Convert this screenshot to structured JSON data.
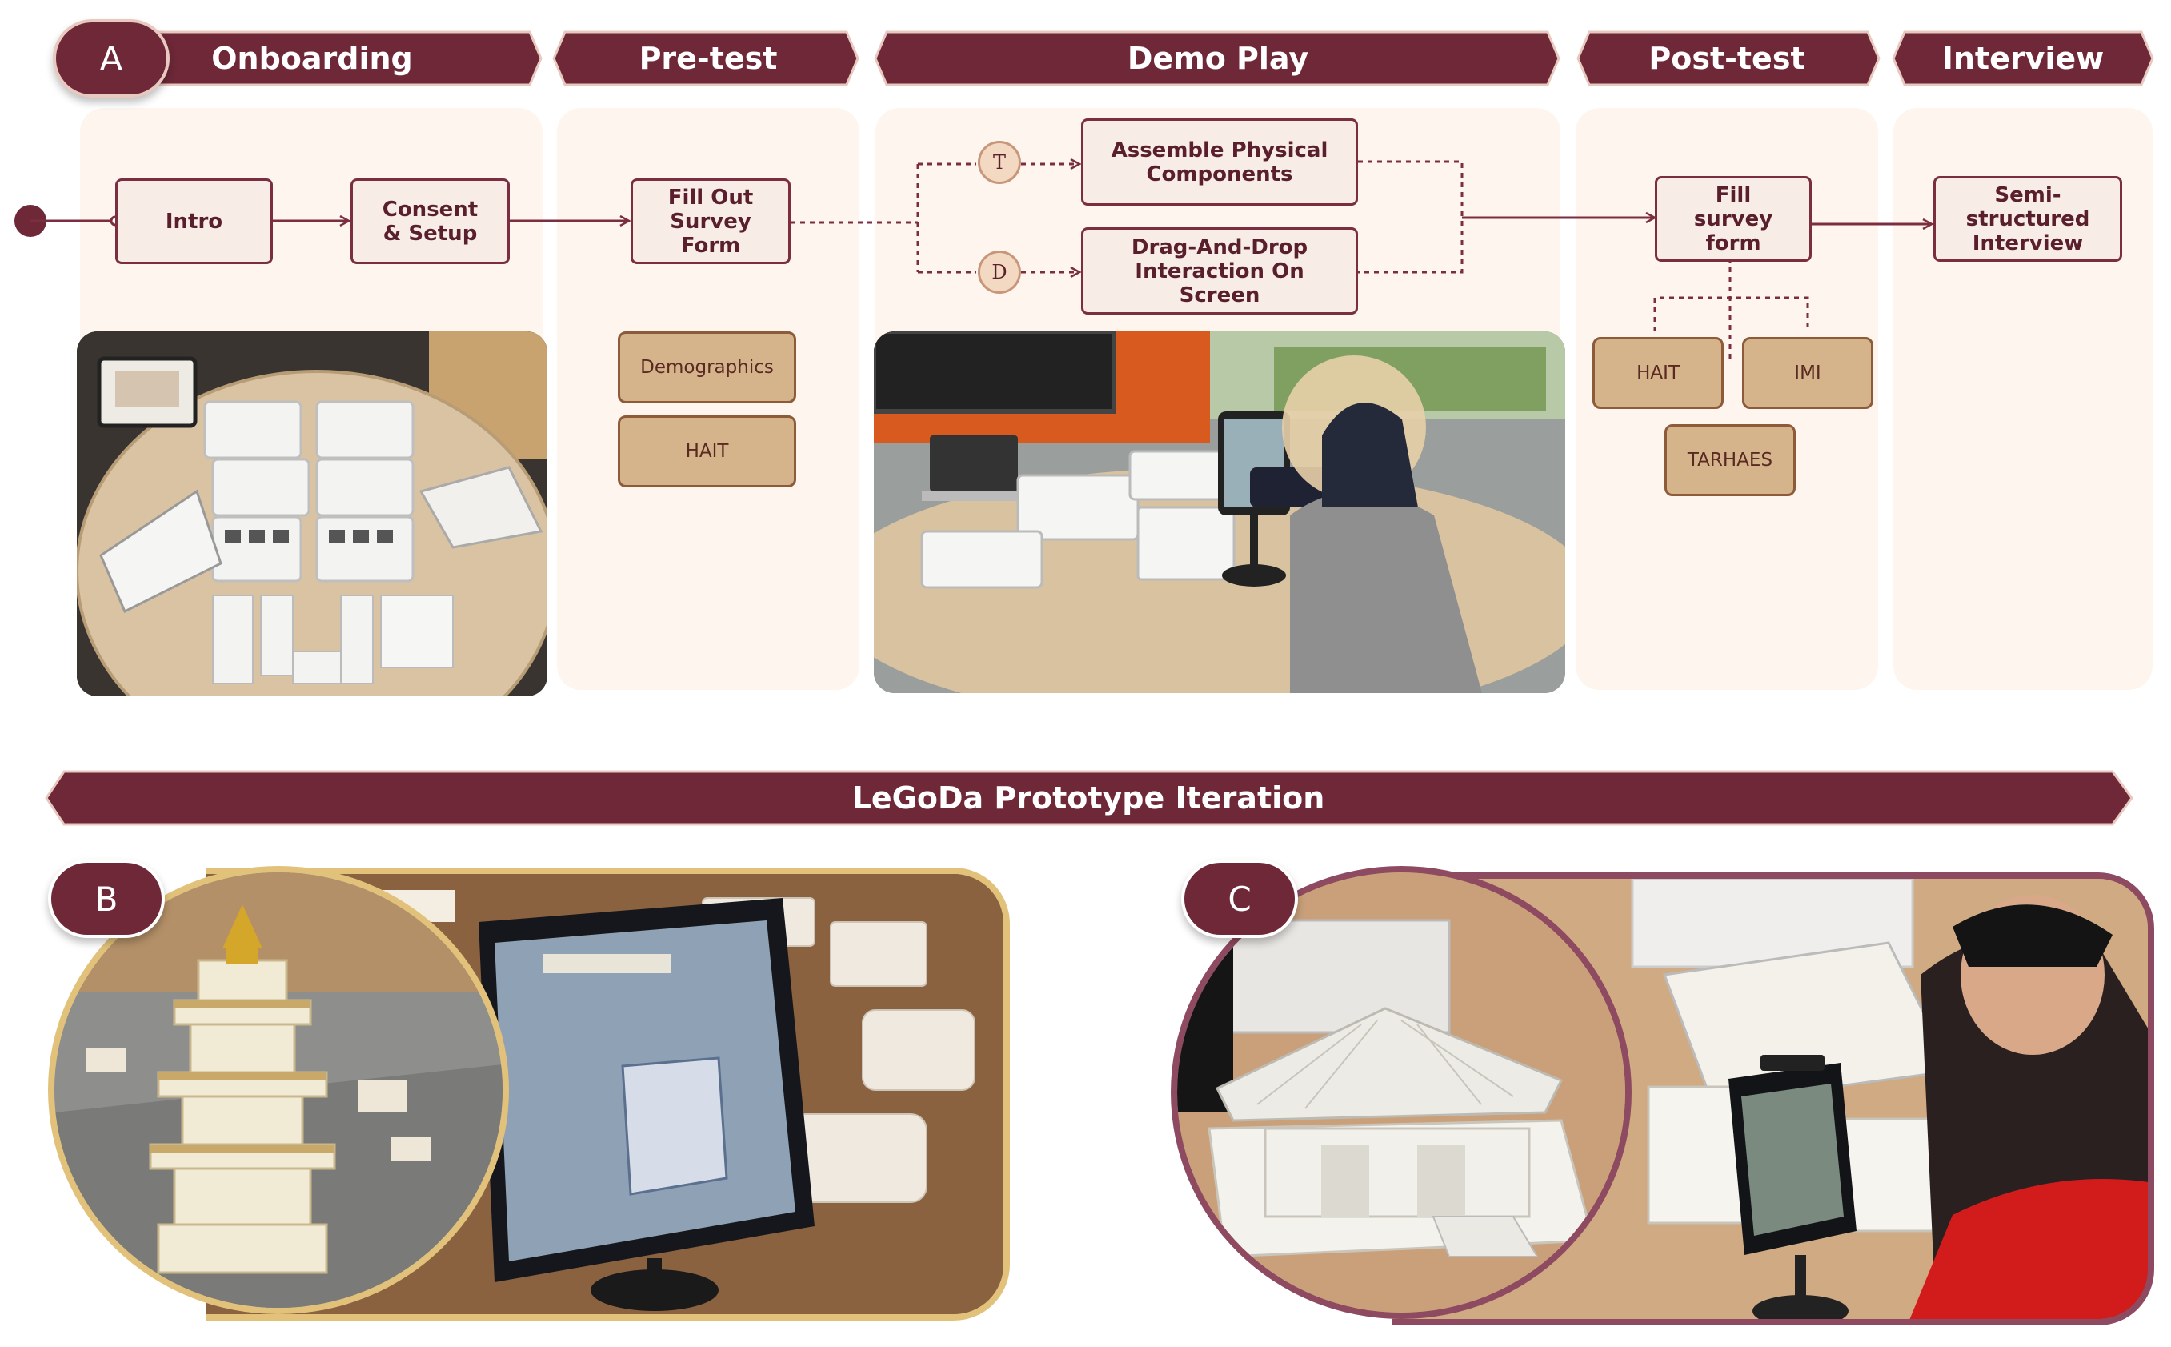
{
  "colors": {
    "banner": "#6e2838",
    "box_border": "#7a2e3f",
    "tag_fill": "#d5b48b",
    "phase_bg": "#fdf5ee",
    "ring_b": "#e2c27a",
    "ring_c": "#8e4a60"
  },
  "panel_a": {
    "label": "A",
    "phases": [
      "Onboarding",
      "Pre-test",
      "Demo Play",
      "Post-test",
      "Interview"
    ],
    "nodes": {
      "intro": "Intro",
      "consent": "Consent\n& Setup",
      "fill_out": "Fill Out\nSurvey Form",
      "assemble": "Assemble Physical\nComponents",
      "drag_drop": "Drag-And-Drop\nInteraction On Screen",
      "fill_post": "Fill\nsurvey form",
      "interview": "Semi-structured\nInterview"
    },
    "condition_badges": [
      "T",
      "D"
    ],
    "pretest_tags": [
      "Demographics",
      "HAIT"
    ],
    "posttest_tags": [
      "HAIT",
      "IMI",
      "TARHAES"
    ],
    "photos": [
      "onboarding-table-photo",
      "demo-play-photo"
    ]
  },
  "iteration_banner": "LeGoDa Prototype Iteration",
  "panel_b": {
    "label": "B"
  },
  "panel_c": {
    "label": "C"
  }
}
